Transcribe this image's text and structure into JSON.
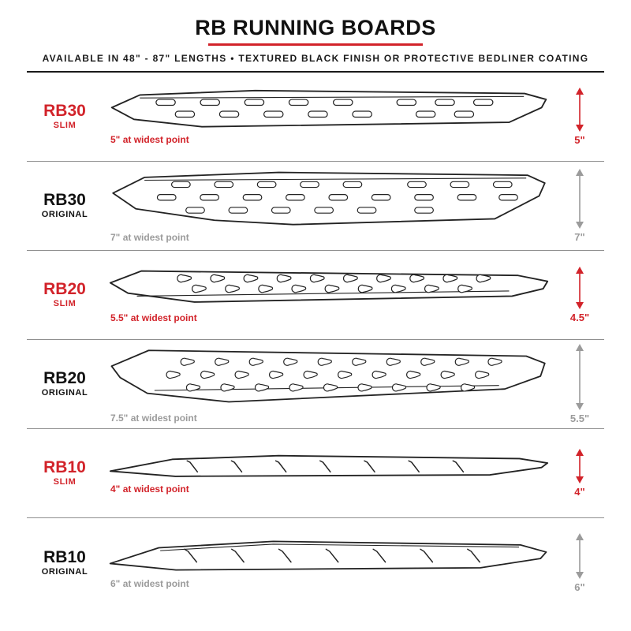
{
  "header": {
    "title": "RB RUNNING BOARDS",
    "subtitle": "AVAILABLE IN 48\" - 87\" LENGTHS   •   TEXTURED BLACK FINISH OR PROTECTIVE BEDLINER COATING"
  },
  "colors": {
    "accent_red": "#d2232a",
    "muted_gray": "#9b9b9b",
    "ink": "#1a1a1a"
  },
  "rows": [
    {
      "model": "RB30",
      "variant": "SLIM",
      "width_note": "5\" at widest point",
      "side_measure": "5\"",
      "style": "slim"
    },
    {
      "model": "RB30",
      "variant": "ORIGINAL",
      "width_note": "7\" at widest point",
      "side_measure": "7\"",
      "style": "original"
    },
    {
      "model": "RB20",
      "variant": "SLIM",
      "width_note": "5.5\" at widest point",
      "side_measure": "4.5\"",
      "style": "slim"
    },
    {
      "model": "RB20",
      "variant": "ORIGINAL",
      "width_note": "7.5\" at widest point",
      "side_measure": "5.5\"",
      "style": "original"
    },
    {
      "model": "RB10",
      "variant": "SLIM",
      "width_note": "4\" at widest point",
      "side_measure": "4\"",
      "style": "slim"
    },
    {
      "model": "RB10",
      "variant": "ORIGINAL",
      "width_note": "6\" at widest point",
      "side_measure": "6\"",
      "style": "original"
    }
  ]
}
